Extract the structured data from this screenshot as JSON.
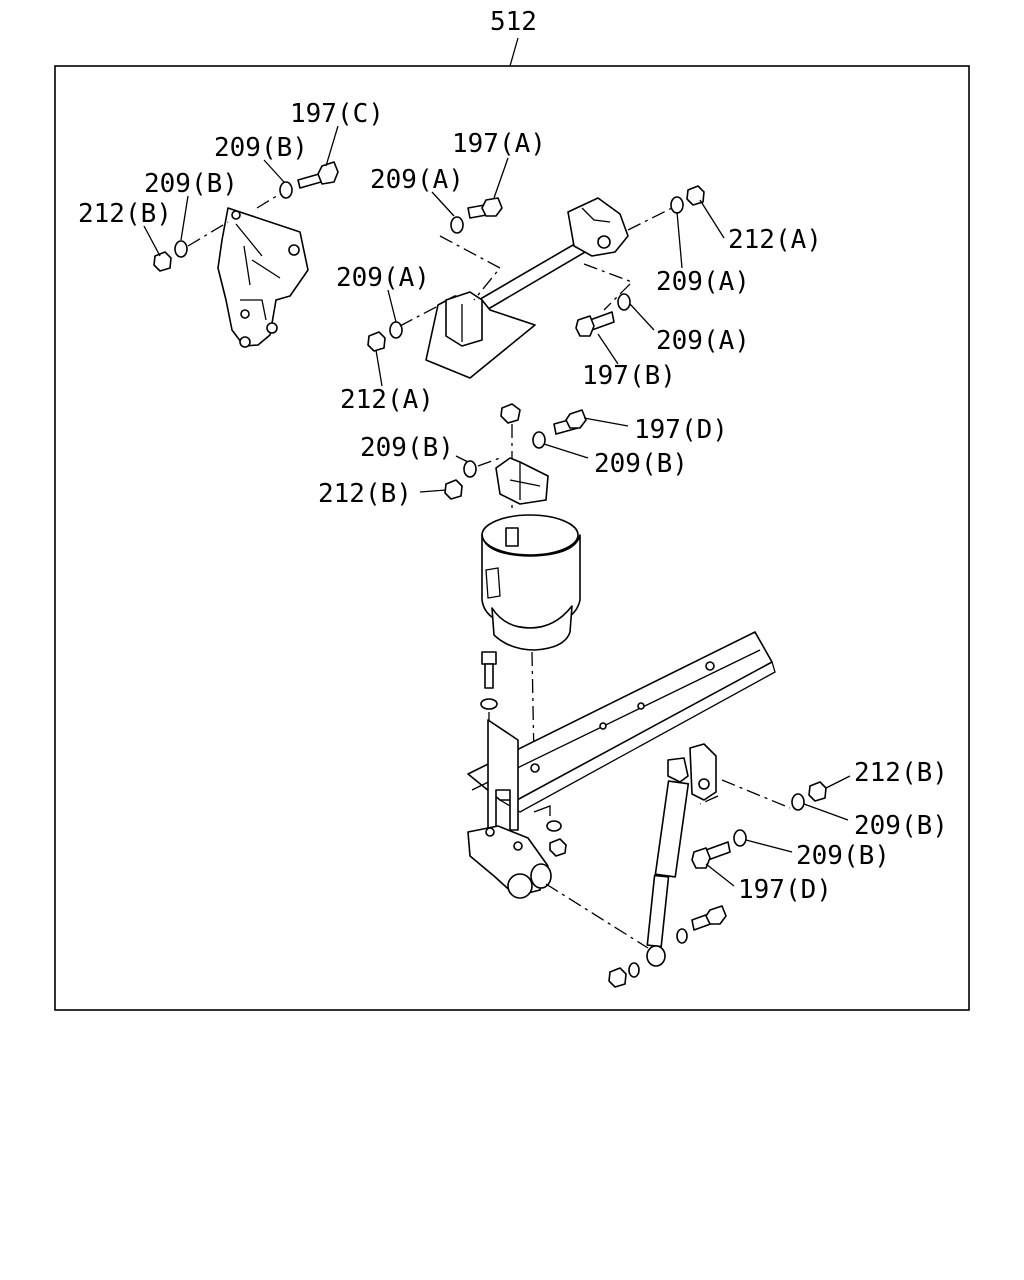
{
  "assembly_number": "512",
  "callouts": {
    "c1": "197(C)",
    "c2": "209(B)",
    "c3": "209(B)",
    "c4": "212(B)",
    "c5": "197(A)",
    "c6": "209(A)",
    "c7": "212(A)",
    "c8": "209(A)",
    "c9": "209(A)",
    "c10": "209(A)",
    "c11": "197(B)",
    "c12": "212(A)",
    "c13": "197(D)",
    "c14": "209(B)",
    "c15": "209(B)",
    "c16": "212(B)",
    "c17": "212(B)",
    "c18": "209(B)",
    "c19": "209(B)",
    "c20": "197(D)"
  }
}
